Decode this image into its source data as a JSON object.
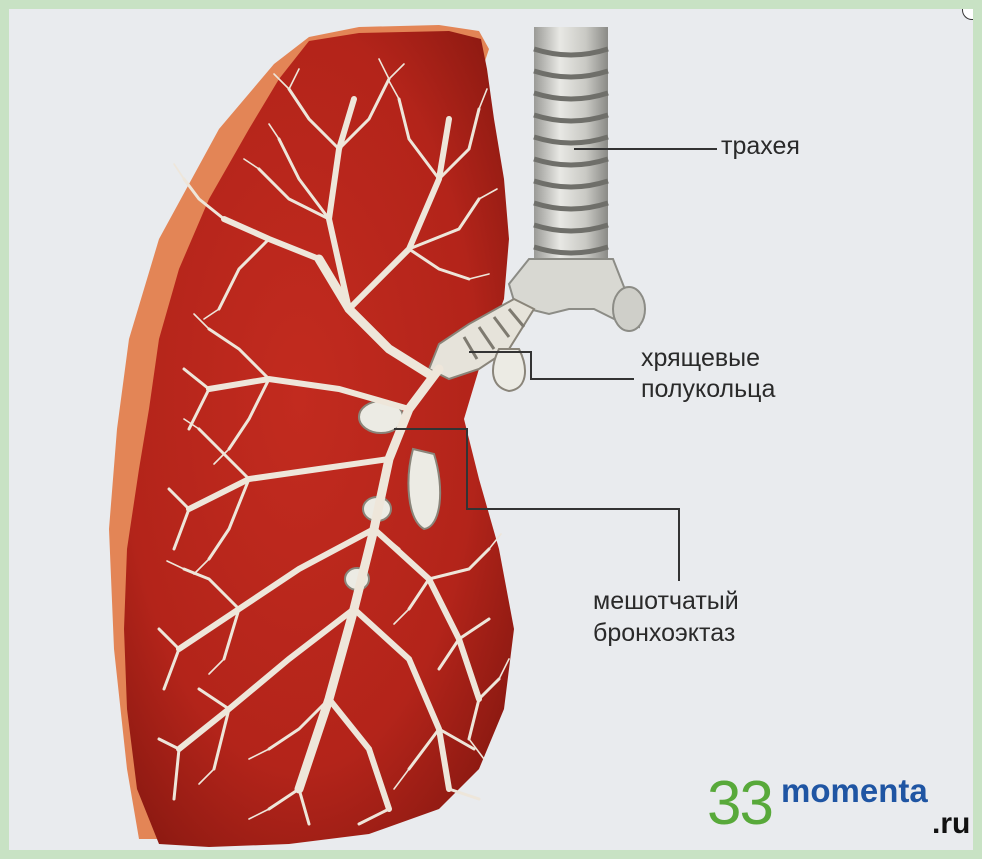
{
  "labels": {
    "trachea": "трахея",
    "cartilage_line1": "хрящевые",
    "cartilage_line2": "полукольца",
    "bronchiectasis_line1": "мешотчатый",
    "bronchiectasis_line2": "бронхоэктаз"
  },
  "watermark": {
    "number": "33",
    "word": "momenta",
    "tld": ".ru"
  },
  "colors": {
    "frame": "#c8e2c4",
    "background": "#e9ebee",
    "lung_fill": "#b8261c",
    "lung_edge": "#e07a4e",
    "airway": "#e4ded2",
    "leader_line": "#333333",
    "logo_green": "#58a93a",
    "logo_blue": "#1f55a3"
  }
}
